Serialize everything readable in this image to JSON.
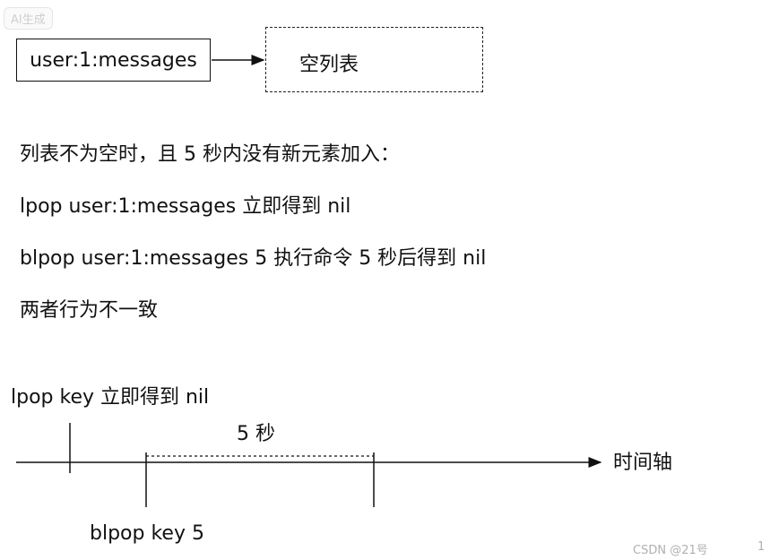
{
  "badge": "AI生成",
  "top_diagram": {
    "key_label": "user:1:messages",
    "target_label": "空列表"
  },
  "lines": [
    "列表不为空时，且 5 秒内没有新元素加入：",
    "lpop user:1:messages 立即得到 nil",
    "blpop user:1:messages 5 执行命令 5 秒后得到 nil",
    "两者行为不一致"
  ],
  "timeline": {
    "lpop_label": "lpop key 立即得到 nil",
    "interval_label": "5 秒",
    "axis_label": "时间轴",
    "blpop_label": "blpop key 5"
  },
  "watermark": {
    "text": "CSDN @21号",
    "page": "1"
  }
}
